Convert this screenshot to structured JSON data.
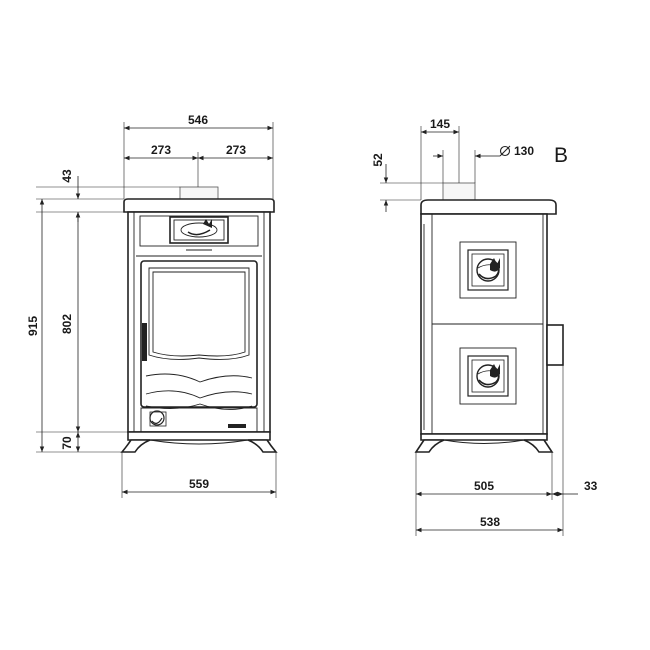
{
  "front_view": {
    "width_top": "546",
    "half_left": "273",
    "half_right": "273",
    "top_height": "43",
    "total_height": "915",
    "body_height": "802",
    "leg_height": "70",
    "base_width": "559"
  },
  "side_view": {
    "flue_offset": "145",
    "flue_diameter": "130",
    "flue_height": "52",
    "view_label": "B",
    "depth": "505",
    "handle_depth": "33",
    "total_depth": "538"
  },
  "colors": {
    "line": "#222222",
    "background": "#ffffff"
  }
}
